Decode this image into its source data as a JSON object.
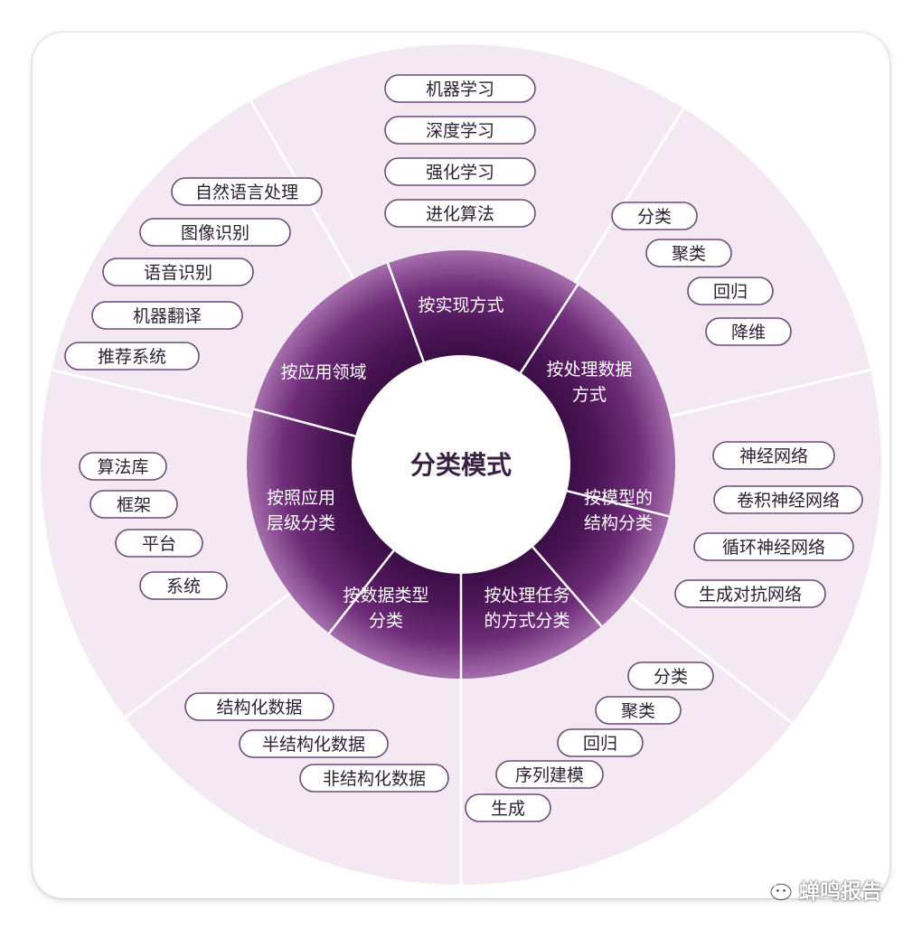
{
  "center": {
    "label": "分类模式"
  },
  "sectors": [
    {
      "id": "implementation",
      "label_lines": [
        "按实现方式"
      ],
      "items": [
        "机器学习",
        "深度学习",
        "强化学习",
        "进化算法"
      ]
    },
    {
      "id": "data-processing",
      "label_lines": [
        "按处理数据",
        "方式"
      ],
      "items": [
        "分类",
        "聚类",
        "回归",
        "降维"
      ]
    },
    {
      "id": "model-structure",
      "label_lines": [
        "按模型的",
        "结构分类"
      ],
      "items": [
        "神经网络",
        "卷积神经网络",
        "循环神经网络",
        "生成对抗网络"
      ]
    },
    {
      "id": "task-processing",
      "label_lines": [
        "按处理任务",
        "的方式分类"
      ],
      "items": [
        "分类",
        "聚类",
        "回归",
        "序列建模",
        "生成"
      ]
    },
    {
      "id": "data-type",
      "label_lines": [
        "按数据类型",
        "分类"
      ],
      "items": [
        "结构化数据",
        "半结构化数据",
        "非结构化数据"
      ]
    },
    {
      "id": "application-level",
      "label_lines": [
        "按照应用",
        "层级分类"
      ],
      "items": [
        "算法库",
        "框架",
        "平台",
        "系统"
      ]
    },
    {
      "id": "application-domain",
      "label_lines": [
        "按应用领域"
      ],
      "items": [
        "自然语言处理",
        "图像识别",
        "语音识别",
        "机器翻译",
        "推荐系统"
      ]
    }
  ],
  "watermark": {
    "text": "蝉鸣报告",
    "icon": "wechat-icon"
  },
  "colors": {
    "outer_ring": "#f4e9f2",
    "ring_divider": "#ffffff",
    "inner_ring_dark": "#3e1048",
    "inner_ring_mid": "#6e2a78",
    "inner_ring_light": "#b07bb6",
    "pill_border": "#6c4a78",
    "center_text": "#3a2142"
  }
}
